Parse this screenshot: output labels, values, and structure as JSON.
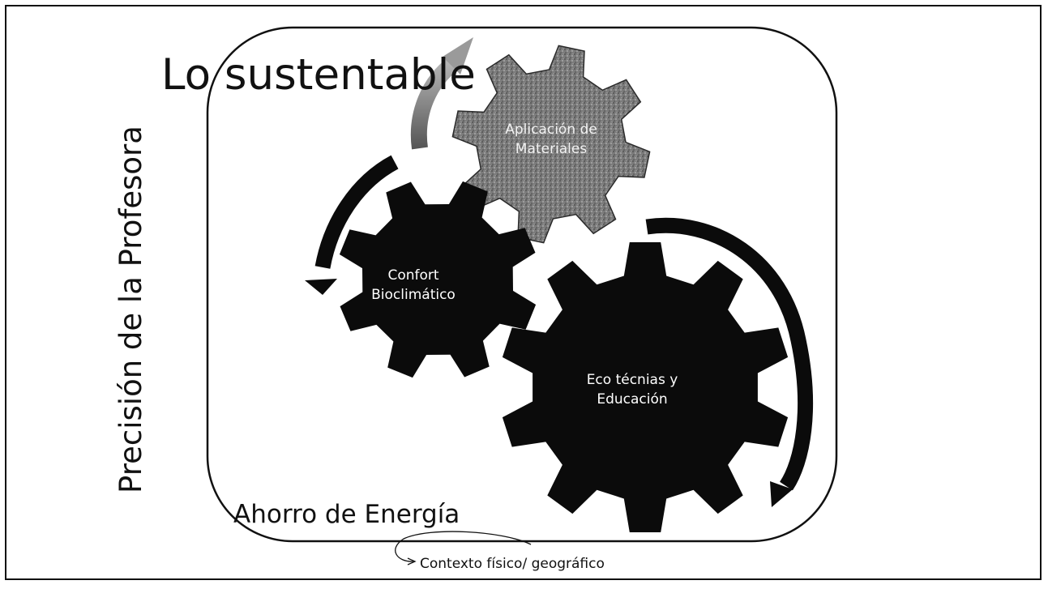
{
  "diagram": {
    "title": "Lo sustentable",
    "vertical_label": "Precisión de la Profesora",
    "bottom_label": "Ahorro de Energía",
    "context_label": "Contexto físico/ geográfico",
    "gears": {
      "materiales": {
        "line1": "Aplicación de",
        "line2": "Materiales"
      },
      "confort": {
        "line1": "Confort",
        "line2": "Bioclimático"
      },
      "eco": {
        "line1": "Eco técnias y",
        "line2": "Educación"
      }
    }
  },
  "colors": {
    "gear_dark": "#0b0b0b",
    "gear_gray": "#7a7a7a",
    "frame": "#111111"
  }
}
